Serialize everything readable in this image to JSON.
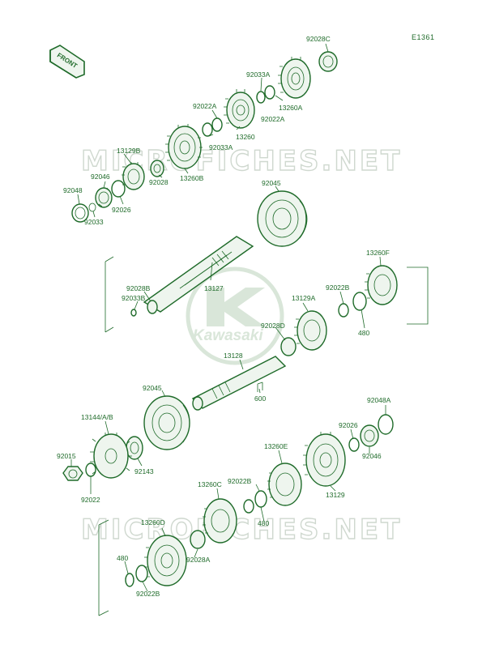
{
  "diagram_code": "E1361",
  "front_label": "FRONT",
  "watermark_text": "MICROFICHES.NET",
  "brand_text": "Kawasaki",
  "colors": {
    "ink": "#1f6b2a",
    "watermark": "#cfd8cf",
    "background": "#ffffff"
  },
  "labels": {
    "l_92028C": "92028C",
    "l_92033A_top": "92033A",
    "l_92022A_left": "92022A",
    "l_13260A": "13260A",
    "l_92022A_right": "92022A",
    "l_13260": "13260",
    "l_92033A_mid": "92033A",
    "l_13129B": "13129B",
    "l_92046_top": "92046",
    "l_13260B": "13260B",
    "l_92028_top": "92028",
    "l_92048": "92048",
    "l_92026_top": "92026",
    "l_92033_left": "92033",
    "l_92045_top": "92045",
    "l_13260F": "13260F",
    "l_92028B": "92028B",
    "l_13127": "13127",
    "l_92033B": "92033B",
    "l_92022B_right": "92022B",
    "l_480_right": "480",
    "l_13129A": "13129A",
    "l_92028D": "92028D",
    "l_13128": "13128",
    "l_600": "600",
    "l_92045_mid": "92045",
    "l_13144": "13144/A/B",
    "l_92048A": "92048A",
    "l_92026_right": "92026",
    "l_92046_right": "92046",
    "l_13260E": "13260E",
    "l_92015": "92015",
    "l_92143": "92143",
    "l_92022": "92022",
    "l_13129": "13129",
    "l_13260C": "13260C",
    "l_92022B_mid": "92022B",
    "l_480_mid": "480",
    "l_13260D": "13260D",
    "l_480_bottom": "480",
    "l_92028A": "92028A",
    "l_92022B_bottom": "92022B"
  }
}
